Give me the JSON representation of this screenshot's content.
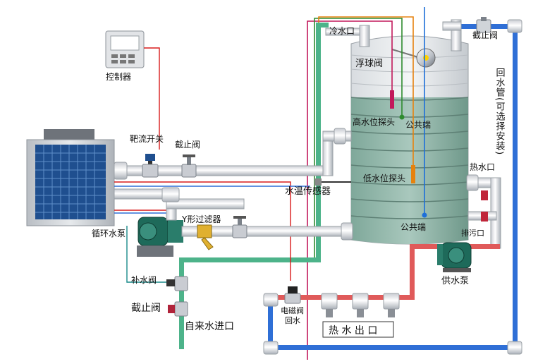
{
  "labels": {
    "controller": "控制器",
    "flow_switch": "靶流开关",
    "stop_valve_top": "截止阀",
    "stop_valve_right": "截止阀",
    "stop_valve_left": "截止阀",
    "cold_inlet": "冷水口",
    "float_valve": "浮球阀",
    "return_pipe": "回水管(可选择安装)",
    "high_probe": "高水位探头",
    "common_end_1": "公共端",
    "common_end_2": "公共端",
    "low_probe": "低水位探头",
    "temp_sensor": "水温传感器",
    "hot_outlet": "热水口",
    "drain": "排污口",
    "y_filter": "Y形过滤器",
    "circ_pump": "循环水泵",
    "makeup_valve": "补水阀",
    "tap_inlet": "自来水进口",
    "solenoid": "电磁阀",
    "return_small": "回水",
    "supply_pump": "供水泵",
    "hot_out": "热 水 出 口"
  }
}
